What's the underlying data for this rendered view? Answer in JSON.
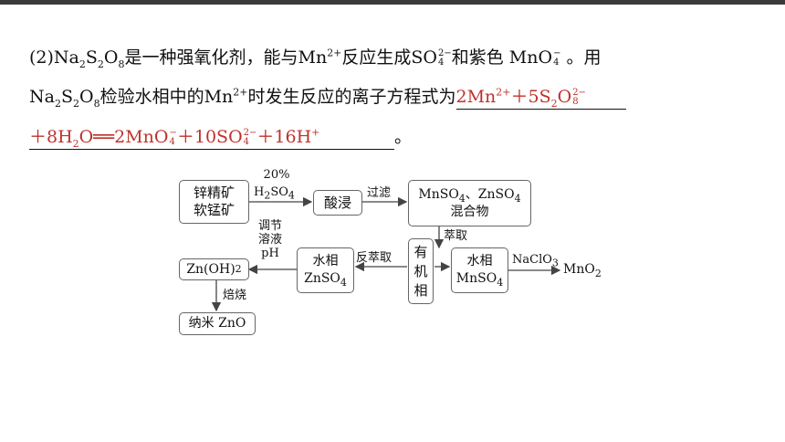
{
  "question": {
    "l1_a": "(2)Na",
    "l1_b": "S",
    "l1_c": "O",
    "l1_d": "是一种强氧化剂，能与Mn",
    "l1_e": "反应生成SO",
    "l1_f": "和紫色 MnO",
    "l1_g": " 。用",
    "l2_a": "Na",
    "l2_b": "S",
    "l2_c": "O",
    "l2_d": "检验水相中的Mn",
    "l2_e": "时发生反应的离子方程式为",
    "l3_end": "。",
    "sub2": "2",
    "sub4": "4",
    "sub8": "8",
    "sup2plus": "2+",
    "sup2minus": "2−",
    "supminus": "−"
  },
  "answer": {
    "p1": "2Mn",
    "p2": "＋5S",
    "p3": "O",
    "p4": "＋8H",
    "p5": "O══2MnO",
    "p6": "＋10SO",
    "p7": "＋16H"
  },
  "flow": {
    "ore": "锌精矿\n软锰矿",
    "reagent1": "20%",
    "reagent2": "H",
    "reagent2b": "SO",
    "leach": "酸浸",
    "filter": "过滤",
    "mix_line1": "MnSO",
    "mix_line1b": "、ZnSO",
    "mix_line2": "混合物",
    "extract": "萃取",
    "organic": "有\n机\n相",
    "back_extract": "反萃取",
    "aq_zn_1": "水相",
    "aq_zn_2": "ZnSO",
    "aq_mn_1": "水相",
    "aq_mn_2": "MnSO",
    "naclo3": "NaClO",
    "mno2": "MnO",
    "adjust1": "调节",
    "adjust2": "溶液",
    "adjust3": "pH",
    "znoh2": "Zn(OH)",
    "roast": "焙烧",
    "nano_zno": "纳米 ZnO",
    "sub2": "2",
    "sub3": "3",
    "sub4": "4"
  }
}
